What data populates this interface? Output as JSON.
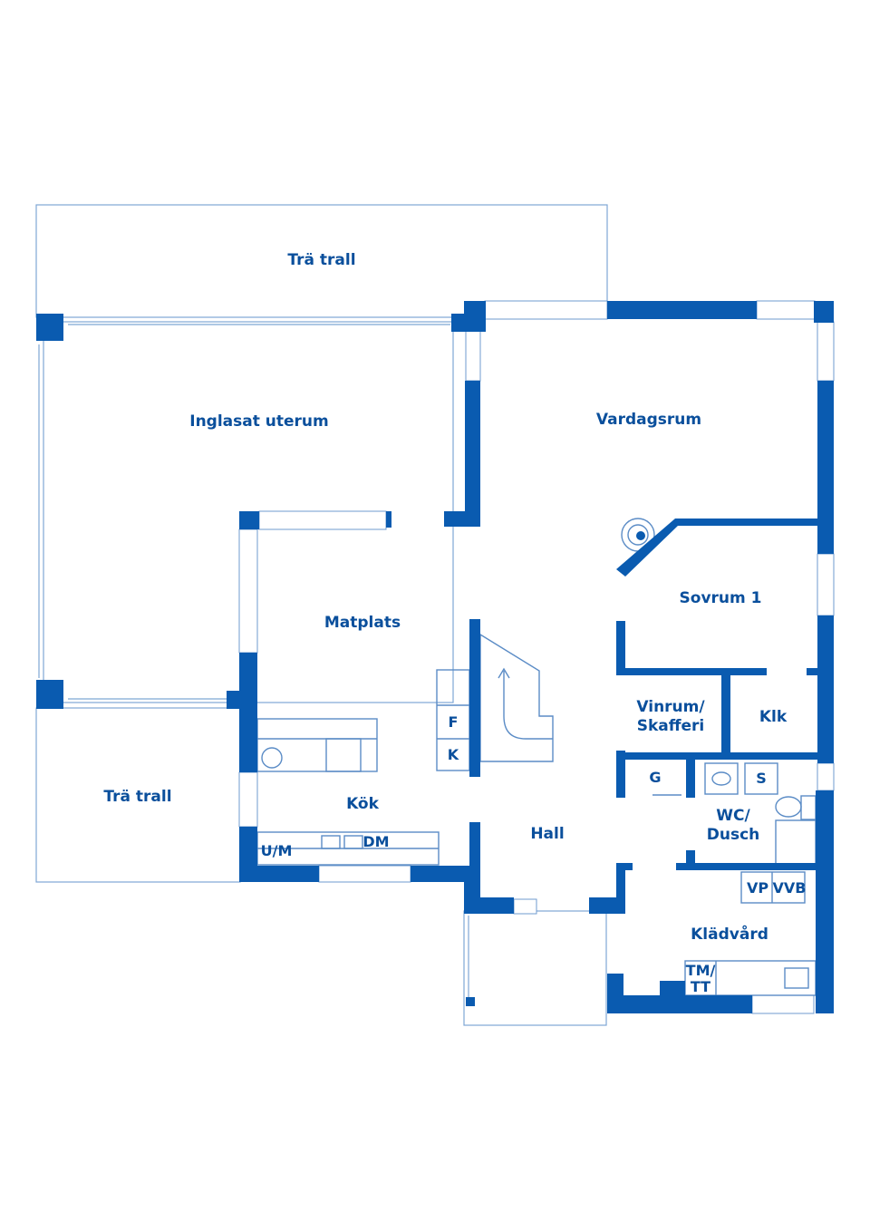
{
  "plan": {
    "rooms": {
      "tra_trall_top": "Trä trall",
      "inglasat_uterum": "Inglasat uterum",
      "vardagsrum": "Vardagsrum",
      "sovrum_1": "Sovrum 1",
      "matplats": "Matplats",
      "vinrum_line1": "Vinrum/",
      "vinrum_line2": "Skafferi",
      "klk": "Klk",
      "tra_trall_left": "Trä trall",
      "kok": "Kök",
      "hall": "Hall",
      "wc_line1": "WC/",
      "wc_line2": "Dusch",
      "kladvard": "Klädvård"
    },
    "fixtures": {
      "f": "F",
      "k": "K",
      "g": "G",
      "s": "S",
      "um": "U/M",
      "dm": "DM",
      "vp": "VP",
      "vvb": "VVB",
      "tm_line1": "TM/",
      "tm_line2": "TT"
    },
    "colors": {
      "wall": "#0a5bb0",
      "text": "#0a4f9c",
      "line": "#7ea6d4"
    }
  }
}
